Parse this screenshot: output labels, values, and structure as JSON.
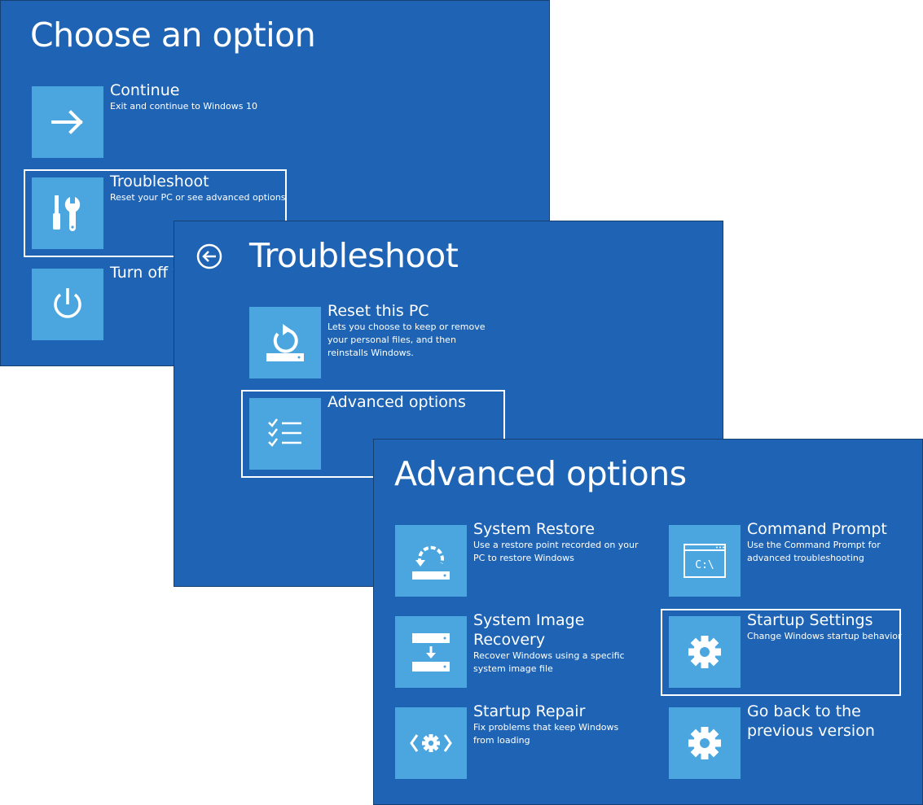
{
  "choose": {
    "title": "Choose an option",
    "options": [
      {
        "title": "Continue",
        "desc": "Exit and continue to Windows 10",
        "icon": "arrow-right-icon"
      },
      {
        "title": "Troubleshoot",
        "desc": "Reset your PC or see advanced options",
        "icon": "tools-icon"
      },
      {
        "title": "Turn off y",
        "desc": "",
        "icon": "power-icon"
      }
    ]
  },
  "troubleshoot": {
    "title": "Troubleshoot",
    "back_icon": "back-arrow-icon",
    "options": [
      {
        "title": "Reset this PC",
        "desc": "Lets you choose to keep or remove your personal files, and then reinstalls Windows.",
        "icon": "reset-pc-icon"
      },
      {
        "title": "Advanced options",
        "desc": "",
        "icon": "checklist-icon"
      }
    ]
  },
  "advanced": {
    "title": "Advanced options",
    "options": [
      {
        "title": "System Restore",
        "desc": "Use a restore point recorded on your PC to restore Windows",
        "icon": "system-restore-icon"
      },
      {
        "title": "Command Prompt",
        "desc": "Use the Command Prompt for advanced troubleshooting",
        "icon": "command-prompt-icon",
        "icon_text": "C:\\"
      },
      {
        "title": "System Image Recovery",
        "desc": "Recover Windows using a specific system image file",
        "icon": "image-recovery-icon"
      },
      {
        "title": "Startup Settings",
        "desc": "Change Windows startup behavior",
        "icon": "gear-icon"
      },
      {
        "title": "Startup Repair",
        "desc": "Fix problems that keep Windows from loading",
        "icon": "startup-repair-icon"
      },
      {
        "title": "Go back to the previous version",
        "desc": "",
        "icon": "gear-icon"
      }
    ]
  },
  "colors": {
    "panel_bg": "#1f64b4",
    "tile_bg": "#4ba6e0",
    "text": "#ffffff",
    "page_bg": "#ffffff"
  }
}
